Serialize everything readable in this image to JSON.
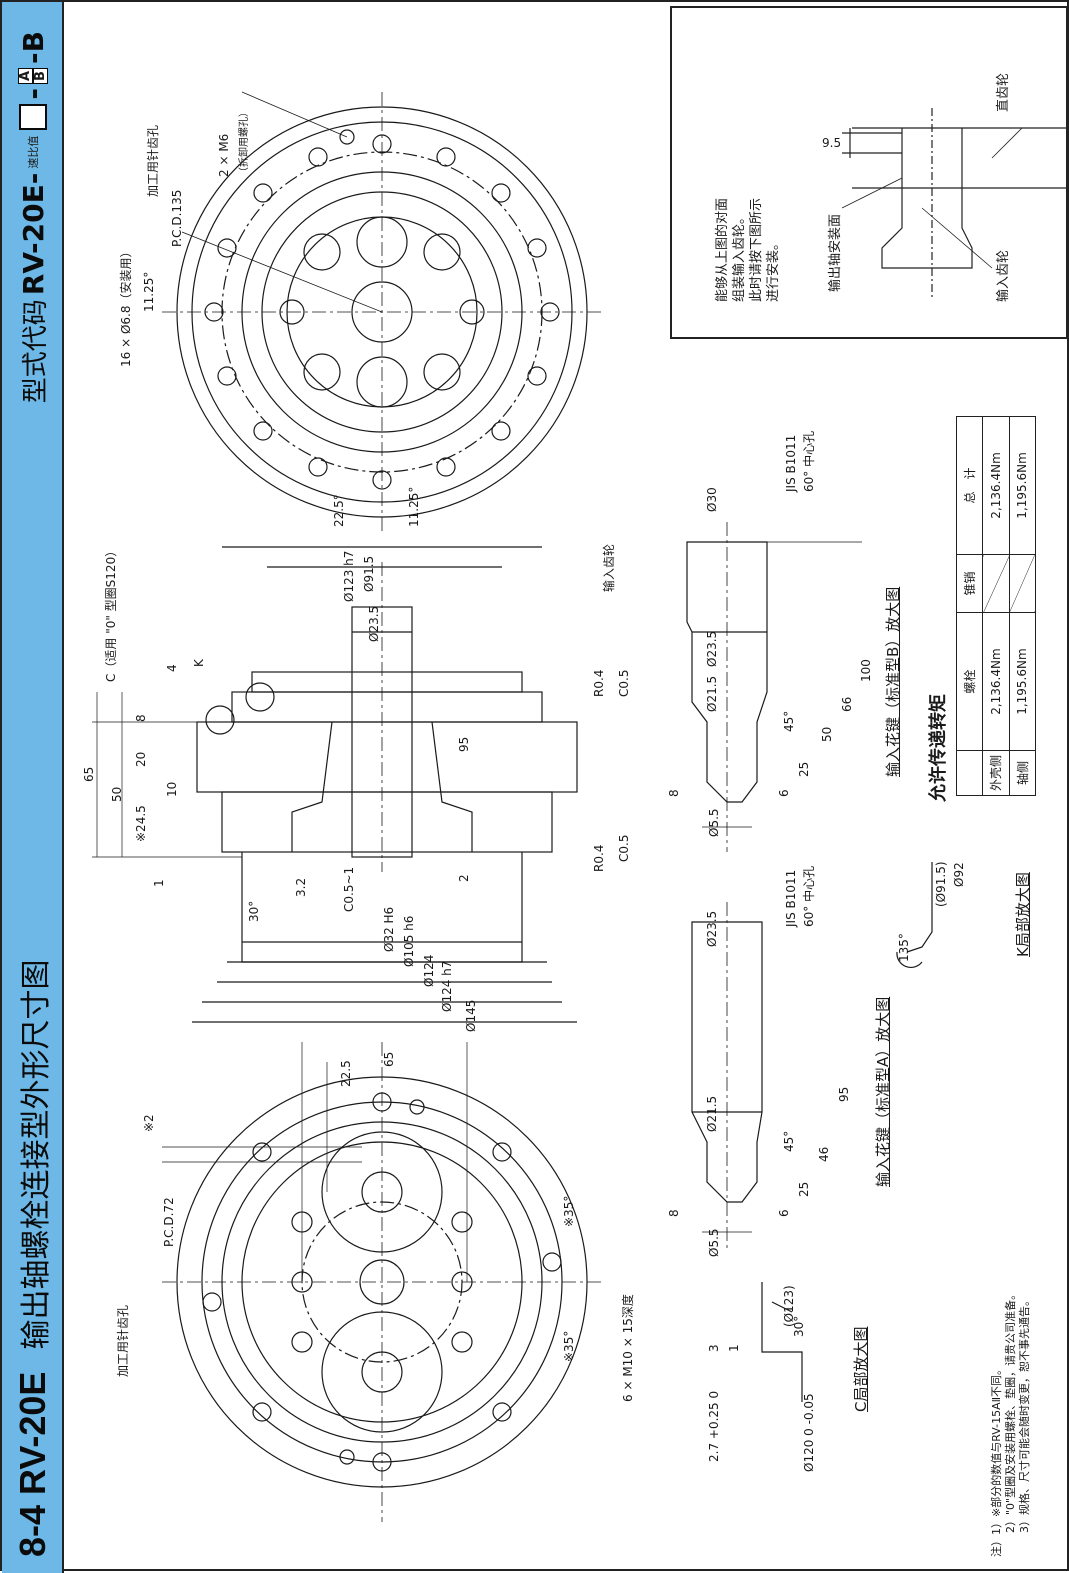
{
  "header": {
    "section_number": "8-4 RV-20E",
    "title": "输出轴螺栓连接型外形尺寸图",
    "model_code_label": "型式代码",
    "model_code_prefix": "RV-20E-",
    "ratio_label": "速比值",
    "suffix_a": "A",
    "suffix_b": "B",
    "model_code_end": "-B"
  },
  "install_note": {
    "lines": [
      "能够从上图的对面",
      "组装输入齿轮。",
      "此时请按下图所示",
      "进行安装。"
    ],
    "output_mount_label": "输出轴安装面",
    "input_gear_label": "输入齿轮",
    "spur_gear_label": "直齿轮",
    "dimension": "9.5"
  },
  "top_view": {
    "labels": [
      "2 × M6",
      "（拆卸用螺孔）",
      "加工用针齿孔",
      "P.C.D.135",
      "16 × Ø6.8（安装用）",
      "11.25°",
      "22.5°",
      "11.25°"
    ]
  },
  "section_view": {
    "labels": [
      "C（适用 \"0\" 型圈S120）",
      "K",
      "Ø123 h7",
      "Ø91.5",
      "Ø23.5",
      "输入齿轮",
      "R0.4",
      "C0.5",
      "R0.4",
      "C0.5",
      "95",
      "65",
      "50",
      "8",
      "20",
      "4",
      "10",
      "※24.5",
      "1",
      "3.2",
      "2",
      "30°",
      "C0.5~1",
      "Ø32 H6",
      "Ø105 h6",
      "Ø124",
      "Ø124 h7",
      "Ø145"
    ]
  },
  "bottom_view": {
    "labels": [
      "加工用针齿孔",
      "P.C.D.72",
      "65",
      "22.5",
      "※2",
      "※35°",
      "※35°",
      "6 × M10 × 15深度"
    ]
  },
  "spline_a": {
    "title": "输入花键（标准型A）放大图",
    "labels": [
      "Ø23.5",
      "JIS B1011",
      "60° 中心孔",
      "Ø21.5",
      "45°",
      "95",
      "46",
      "25",
      "6",
      "8",
      "Ø5.5"
    ]
  },
  "spline_b": {
    "title": "输入花键（标准型B）放大图",
    "labels": [
      "Ø30",
      "JIS B1011",
      "60° 中心孔",
      "Ø23.5",
      "Ø21.5",
      "45°",
      "100",
      "66",
      "50",
      "25",
      "6",
      "8",
      "Ø5.5"
    ]
  },
  "detail_c": {
    "title": "C局部放大图",
    "labels": [
      "3",
      "1",
      "(Ø123)",
      "30°",
      "2.7 +0.25 0",
      "Ø120 0 -0.05"
    ]
  },
  "detail_k": {
    "title": "K局部放大图",
    "labels": [
      "Ø92",
      "(Ø91.5)",
      "135°"
    ]
  },
  "torque_table": {
    "title": "允许传递转矩",
    "headers": [
      "",
      "螺栓",
      "锥销",
      "总　计"
    ],
    "rows": [
      [
        "外壳侧",
        "2,136.4Nm",
        "",
        "2,136.4Nm"
      ],
      [
        "轴侧",
        "1,195.6Nm",
        "",
        "1,195.6Nm"
      ]
    ]
  },
  "notes": {
    "prefix": "注）",
    "items": [
      "1）※部分的数值与RV-15AⅡ不同。",
      "2）\"0\"型圈及安装用螺栓、垫圈，请贵公司准备。",
      "3）规格、尺寸可能会随时变更，恕不事先通告。"
    ]
  }
}
